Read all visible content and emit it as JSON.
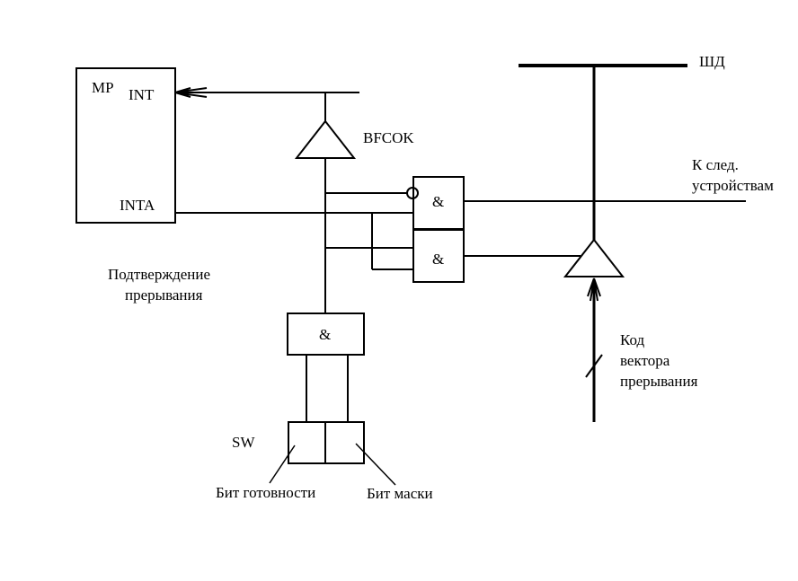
{
  "labels": {
    "mp": "МР",
    "int": "INT",
    "inta": "INTA",
    "bfcok": "BFCOK",
    "shd": "ШД",
    "next_devices_line1": "К след.",
    "next_devices_line2": "устройствам",
    "confirm_line1": "Подтверждение",
    "confirm_line2": "прерывания",
    "and_upper": "&",
    "and_lower": "&",
    "and_bottom": "&",
    "sw": "SW",
    "vector_line1": "Код",
    "vector_line2": "вектора",
    "vector_line3": "прерывания",
    "ready_bit": "Бит готовности",
    "mask_bit": "Бит маски"
  },
  "colors": {
    "stroke": "#000000",
    "background": "#ffffff"
  }
}
